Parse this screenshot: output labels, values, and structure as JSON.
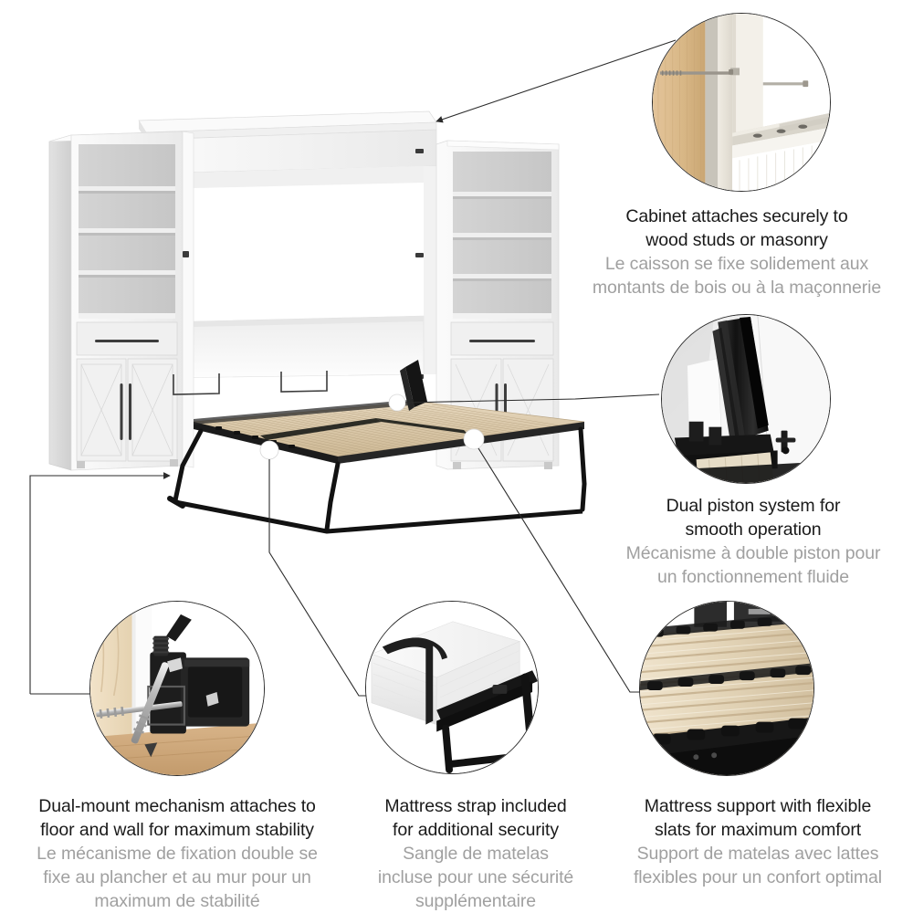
{
  "product": {
    "name": "Murphy bed with bookcases",
    "description": "Queen Murphy bed shown open with folding slat platform flanked by two storage bookcases"
  },
  "palette": {
    "heading_text": "#1a1a1a",
    "subtext": "#a0a0a0",
    "line": "#2b2b2b",
    "background": "#ffffff",
    "cabinet_white": "#f4f4f4",
    "cabinet_shadow": "#d9d9d9",
    "frame_black": "#1c1c1c",
    "slat_wood": "#ddcbac",
    "stud_wood": "#d9b789"
  },
  "callouts": [
    {
      "id": "cabinet",
      "en_line1": "Cabinet attaches securely to",
      "en_line2": "wood studs or masonry",
      "fr_line1": "Le caisson se fixe solidement aux",
      "fr_line2": "montants de bois ou à la maçonnerie",
      "photo_name": "cabinet-wall-attachment-photo",
      "photo_alt": "Screws fastening the cabinet panel into a wooden wall stud"
    },
    {
      "id": "piston",
      "en_line1": "Dual piston system for",
      "en_line2": "smooth operation",
      "fr_line1": "Mécanisme à double piston pour",
      "fr_line2": "un fonctionnement fluide",
      "photo_name": "dual-piston-photo",
      "photo_alt": "Black dual gas piston lift mechanism inside the bed cabinet"
    },
    {
      "id": "mount",
      "en_line1": "Dual-mount mechanism attaches to",
      "en_line2": "floor and wall for maximum stability",
      "fr_line1": "Le mécanisme de fixation double se",
      "fr_line2": "fixe au plancher et au mur pour un",
      "fr_line3": "maximum de stabilité",
      "photo_name": "dual-mount-hardware-photo",
      "photo_alt": "Lag screws anchoring a black bracket to the floor and wall"
    },
    {
      "id": "strap",
      "en_line1": "Mattress strap included",
      "en_line2": "for additional security",
      "fr_line1": "Sangle de matelas",
      "fr_line2": "incluse pour une sécurité",
      "fr_line3": "supplémentaire",
      "photo_name": "mattress-strap-photo",
      "photo_alt": "White mattress held by a black strap on the bed frame"
    },
    {
      "id": "slats",
      "en_line1": "Mattress support with flexible",
      "en_line2": "slats for maximum comfort",
      "fr_line1": "Support de matelas avec lattes",
      "fr_line2": "flexibles pour un confort optimal",
      "photo_name": "flexible-slats-photo",
      "photo_alt": "Light wooden flexible slats mounted on a black steel frame"
    }
  ]
}
